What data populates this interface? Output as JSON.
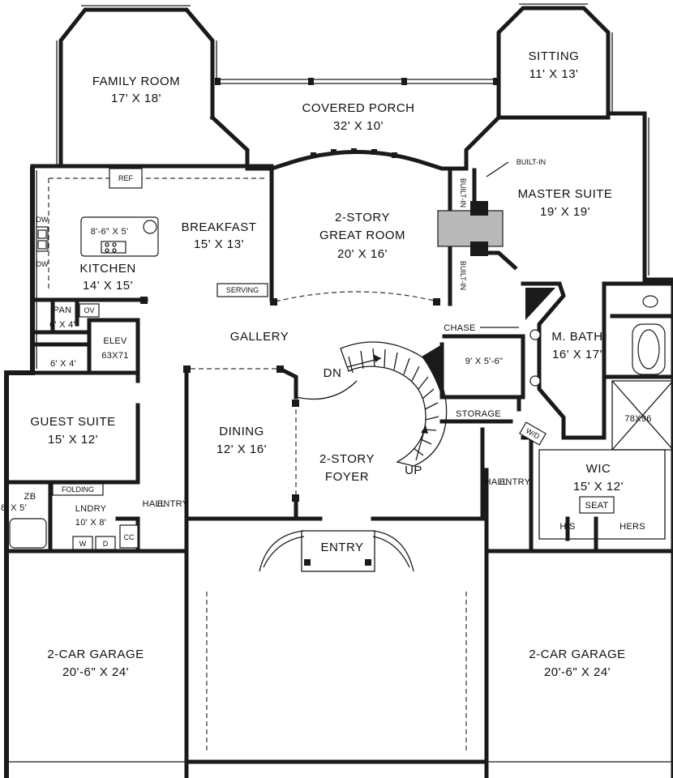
{
  "rooms": {
    "family_room": {
      "name": "FAMILY ROOM",
      "size": "17' X 18'"
    },
    "covered_porch": {
      "name": "COVERED PORCH",
      "size": "32' X 10'"
    },
    "sitting": {
      "name": "SITTING",
      "size": "11' X 13'"
    },
    "master_suite": {
      "name": "MASTER SUITE",
      "size": "19' X 19'"
    },
    "breakfast": {
      "name": "BREAKFAST",
      "size": "15' X 13'"
    },
    "great_room": {
      "line1": "2-STORY",
      "line2": "GREAT ROOM",
      "size": "20' X 16'"
    },
    "kitchen": {
      "name": "KITCHEN",
      "size": "14' X 15'"
    },
    "island": {
      "size": "8'-6\" X 5'"
    },
    "pantry": {
      "name": "PAN",
      "size": "6' X 4'"
    },
    "elevator": {
      "name": "ELEV",
      "size": "63X71"
    },
    "closet_small": {
      "size": "6' X 4'"
    },
    "gallery": {
      "name": "GALLERY"
    },
    "guest_suite": {
      "name": "GUEST SUITE",
      "size": "15' X 12'"
    },
    "dining": {
      "name": "DINING",
      "size": "12' X 16'"
    },
    "foyer": {
      "line1": "2-STORY",
      "line2": "FOYER"
    },
    "m_bath": {
      "name": "M. BATH",
      "size": "16' X 17'"
    },
    "chase_room": {
      "size": "9' X 5'-6\""
    },
    "wic": {
      "name": "WIC",
      "size": "15' X 12'"
    },
    "laundry": {
      "name": "LNDRY",
      "size": "10' X 8'"
    },
    "bath_small": {
      "line1": "ZB",
      "line2": "8' X 5'"
    },
    "entry_hall_left": {
      "line1": "ENTRY",
      "line2": "HALL"
    },
    "entry_hall_right": {
      "line1": "ENTRY",
      "line2": "HALL"
    },
    "garage_left": {
      "name": "2-CAR GARAGE",
      "size": "20'-6\" X 24'"
    },
    "garage_right": {
      "name": "2-CAR GARAGE",
      "size": "20'-6\" X 24'"
    },
    "entry": {
      "name": "ENTRY"
    }
  },
  "labels": {
    "ref": "REF",
    "dw_top": "DW",
    "dw_bottom": "DW",
    "ov": "OV",
    "serving": "SERVING",
    "built_in_top": "BUILT-IN",
    "built_in_left": "BUILT-IN",
    "built_in_left2": "BUILT-IN",
    "chase": "CHASE",
    "dn": "DN",
    "up": "UP",
    "storage": "STORAGE",
    "wd": "W/D",
    "shower": "78X96",
    "seat": "SEAT",
    "his": "HIS",
    "hers": "HERS",
    "folding": "FOLDING",
    "cc": "CC",
    "w": "W",
    "d": "D"
  }
}
